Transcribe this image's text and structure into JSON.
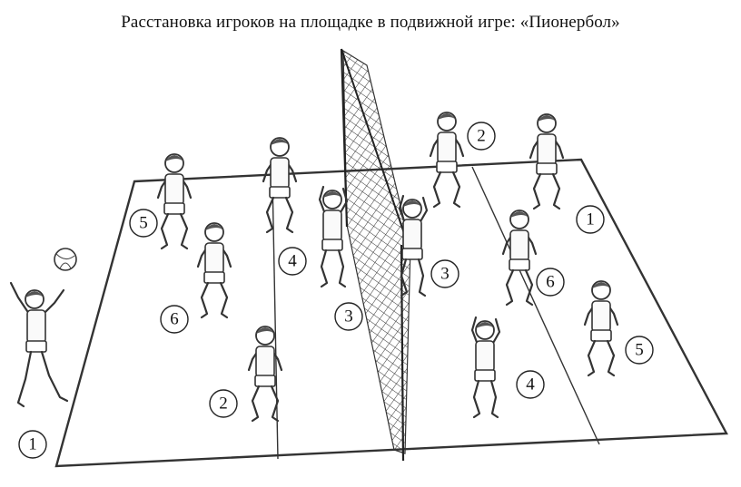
{
  "title": "Расстановка игроков на площадке в подвижной игре: «Пионербол»",
  "left_team": {
    "markers": [
      "1",
      "2",
      "3",
      "4",
      "5",
      "6"
    ]
  },
  "right_team": {
    "markers": [
      "1",
      "2",
      "3",
      "4",
      "5",
      "6"
    ]
  },
  "icons": {
    "player": "player-figure-icon",
    "ball": "ball-icon",
    "net": "net-icon"
  }
}
